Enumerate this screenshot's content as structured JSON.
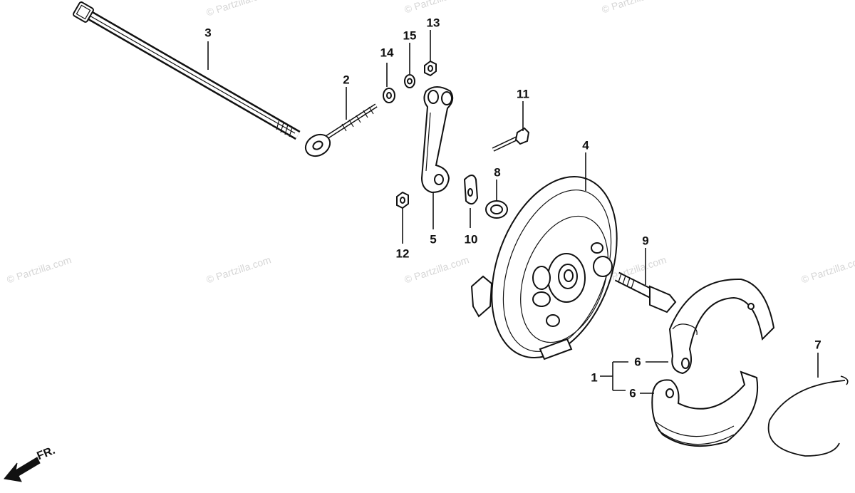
{
  "watermark": "© Partzilla.com",
  "front_label": "FR.",
  "callouts": {
    "c1": "1",
    "c2": "2",
    "c3": "3",
    "c4": "4",
    "c5": "5",
    "c6a": "6",
    "c6b": "6",
    "c7": "7",
    "c8": "8",
    "c9": "9",
    "c10": "10",
    "c11": "11",
    "c12": "12",
    "c13": "13",
    "c14": "14",
    "c15": "15"
  }
}
